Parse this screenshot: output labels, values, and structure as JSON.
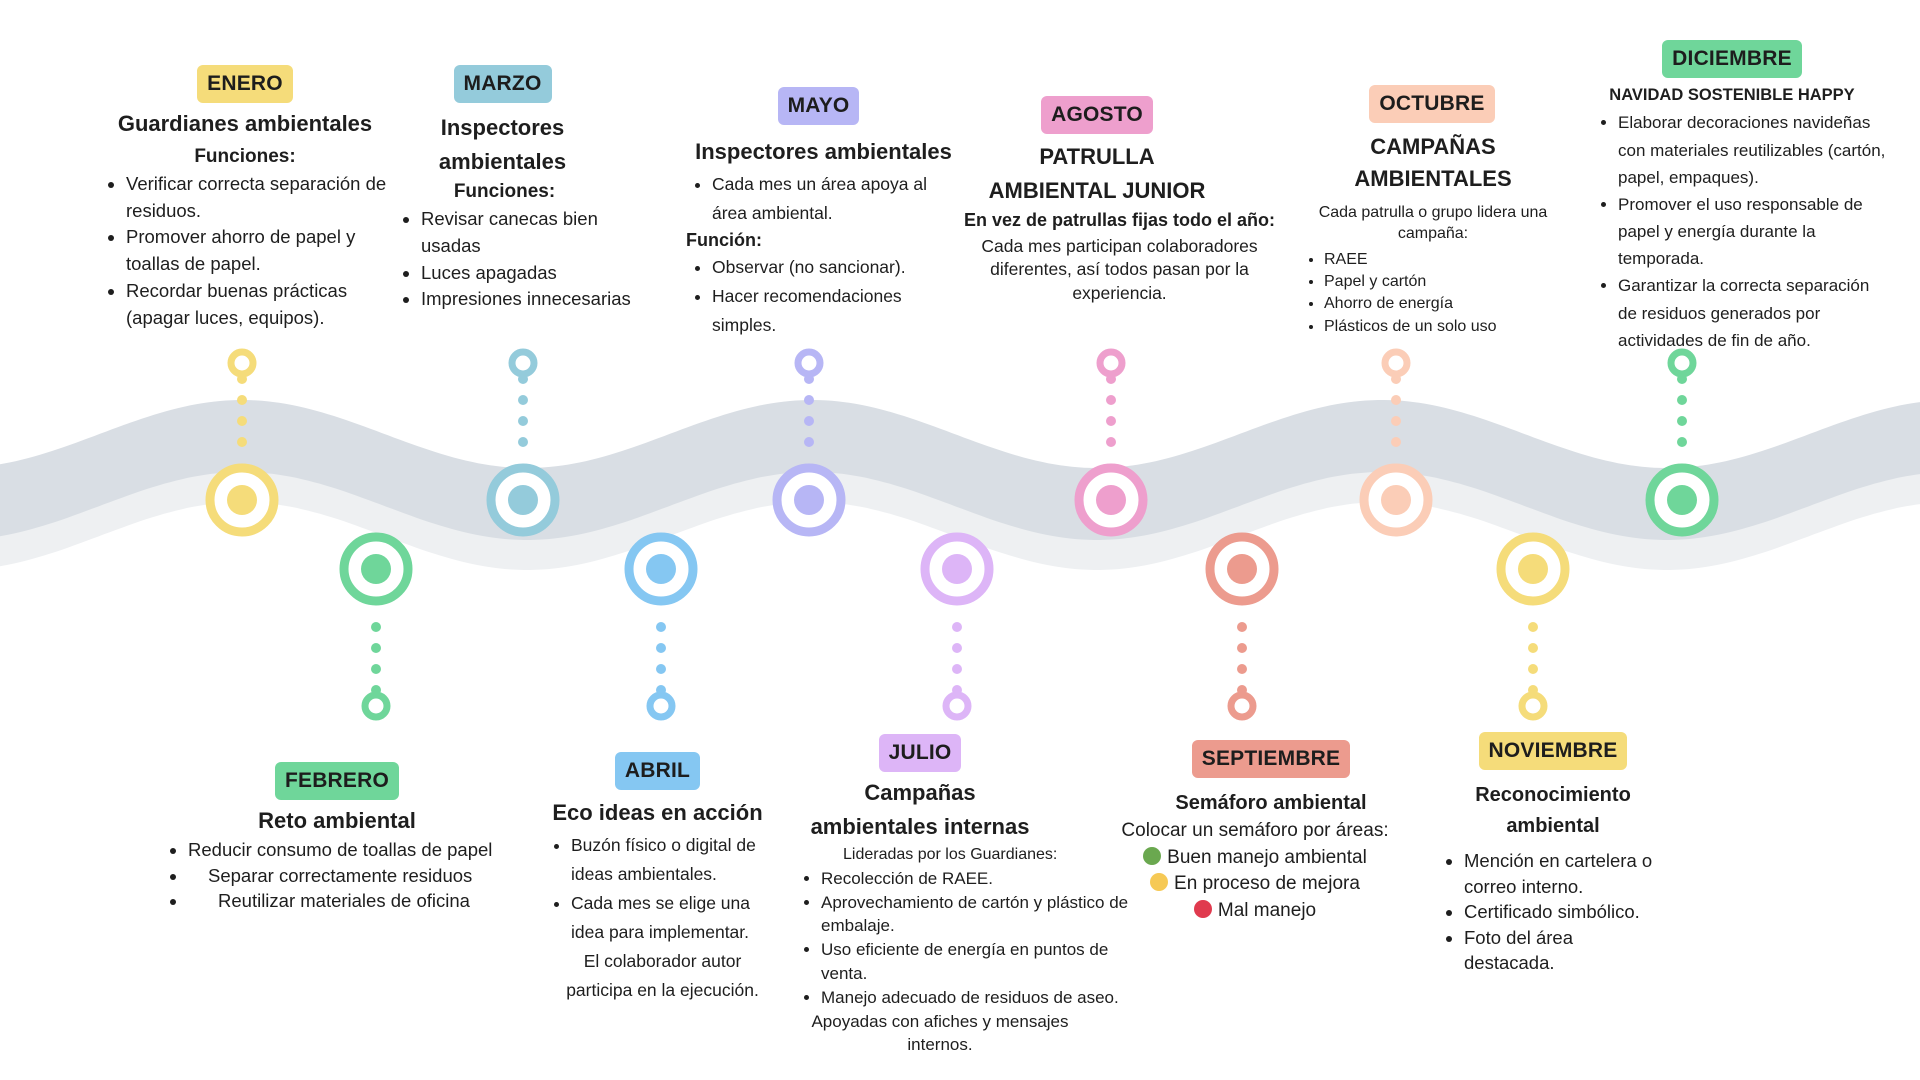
{
  "colors": {
    "yellow": "#f5dc7a",
    "green": "#6fd69a",
    "blue_teal": "#94cbdb",
    "blue": "#85c7f2",
    "lavender": "#b7b6f5",
    "violet": "#ddb5f7",
    "pink": "#ee9fcd",
    "salmon": "#ec9b8e",
    "peach": "#fbcdb7",
    "wave_dark": "#d9dee4",
    "wave_light": "#eef0f2",
    "traffic_green": "#6aa84f",
    "traffic_yellow": "#f6c955",
    "traffic_red": "#e03a4e"
  },
  "months": {
    "enero": {
      "label": "ENERO",
      "title": "Guardianes ambientales",
      "subtitle": "Funciones:",
      "items": [
        "Verificar correcta separación de residuos.",
        "Promover ahorro de papel y toallas de papel.",
        "Recordar buenas prácticas (apagar luces, equipos)."
      ]
    },
    "febrero": {
      "label": "FEBRERO",
      "title": "Reto ambiental",
      "items": [
        "Reducir consumo de toallas de papel",
        "Separar correctamente residuos",
        "Reutilizar materiales de oficina"
      ]
    },
    "marzo": {
      "label": "MARZO",
      "title_line1": "Inspectores",
      "title_line2": "ambientales",
      "subtitle": "Funciones:",
      "items": [
        "Revisar canecas bien usadas",
        "Luces apagadas",
        "Impresiones innecesarias"
      ]
    },
    "abril": {
      "label": "ABRIL",
      "title": "Eco ideas en acción",
      "items": [
        "Buzón físico o digital de ideas ambientales.",
        "Cada mes se elige una idea para implementar."
      ],
      "note": "El colaborador autor participa en la ejecución."
    },
    "mayo": {
      "label": "MAYO",
      "title": "Inspectores ambientales",
      "items": [
        "Cada mes un área apoya al área ambiental."
      ],
      "subtitle": "Función:",
      "items2": [
        "Observar (no sancionar).",
        "Hacer recomendaciones simples."
      ]
    },
    "julio": {
      "label": "JULIO",
      "title_line1": "Campañas",
      "title_line2": "ambientales internas",
      "lead": "Lideradas por los Guardianes:",
      "items": [
        "Recolección de RAEE.",
        "Aprovechamiento de cartón y plástico de embalaje.",
        "Uso eficiente de energía en puntos de venta.",
        "Manejo adecuado de residuos de aseo."
      ],
      "note": "Apoyadas con afiches y mensajes internos."
    },
    "agosto": {
      "label": "AGOSTO",
      "title_line1": "PATRULLA",
      "title_line2": "AMBIENTAL JUNIOR",
      "subtitle": "En vez de patrullas fijas todo el año:",
      "text": "Cada mes participan colaboradores diferentes, así todos pasan por la experiencia."
    },
    "septiembre": {
      "label": "SEPTIEMBRE",
      "title": "Semáforo ambiental",
      "lead": "Colocar un semáforo por áreas:",
      "legend": [
        "Buen manejo ambiental",
        "En proceso de mejora",
        "Mal manejo"
      ]
    },
    "octubre": {
      "label": "OCTUBRE",
      "title_line1": "CAMPAÑAS",
      "title_line2": "AMBIENTALES",
      "lead": "Cada patrulla o grupo lidera una campaña:",
      "items": [
        "RAEE",
        "Papel y cartón",
        "Ahorro de energía",
        "Plásticos de un solo uso"
      ]
    },
    "noviembre": {
      "label": "NOVIEMBRE",
      "title_line1": "Reconocimiento",
      "title_line2": "ambiental",
      "items": [
        "Mención en cartelera o correo interno.",
        "Certificado simbólico.",
        "Foto del área destacada."
      ]
    },
    "diciembre": {
      "label": "DICIEMBRE",
      "title": "NAVIDAD SOSTENIBLE HAPPY",
      "items": [
        "Elaborar decoraciones navideñas con materiales reutilizables (cartón, papel, empaques).",
        "Promover el uso responsable de papel y energía durante la temporada.",
        "Garantizar la correcta separación de residuos generados por actividades de fin de año."
      ]
    }
  }
}
